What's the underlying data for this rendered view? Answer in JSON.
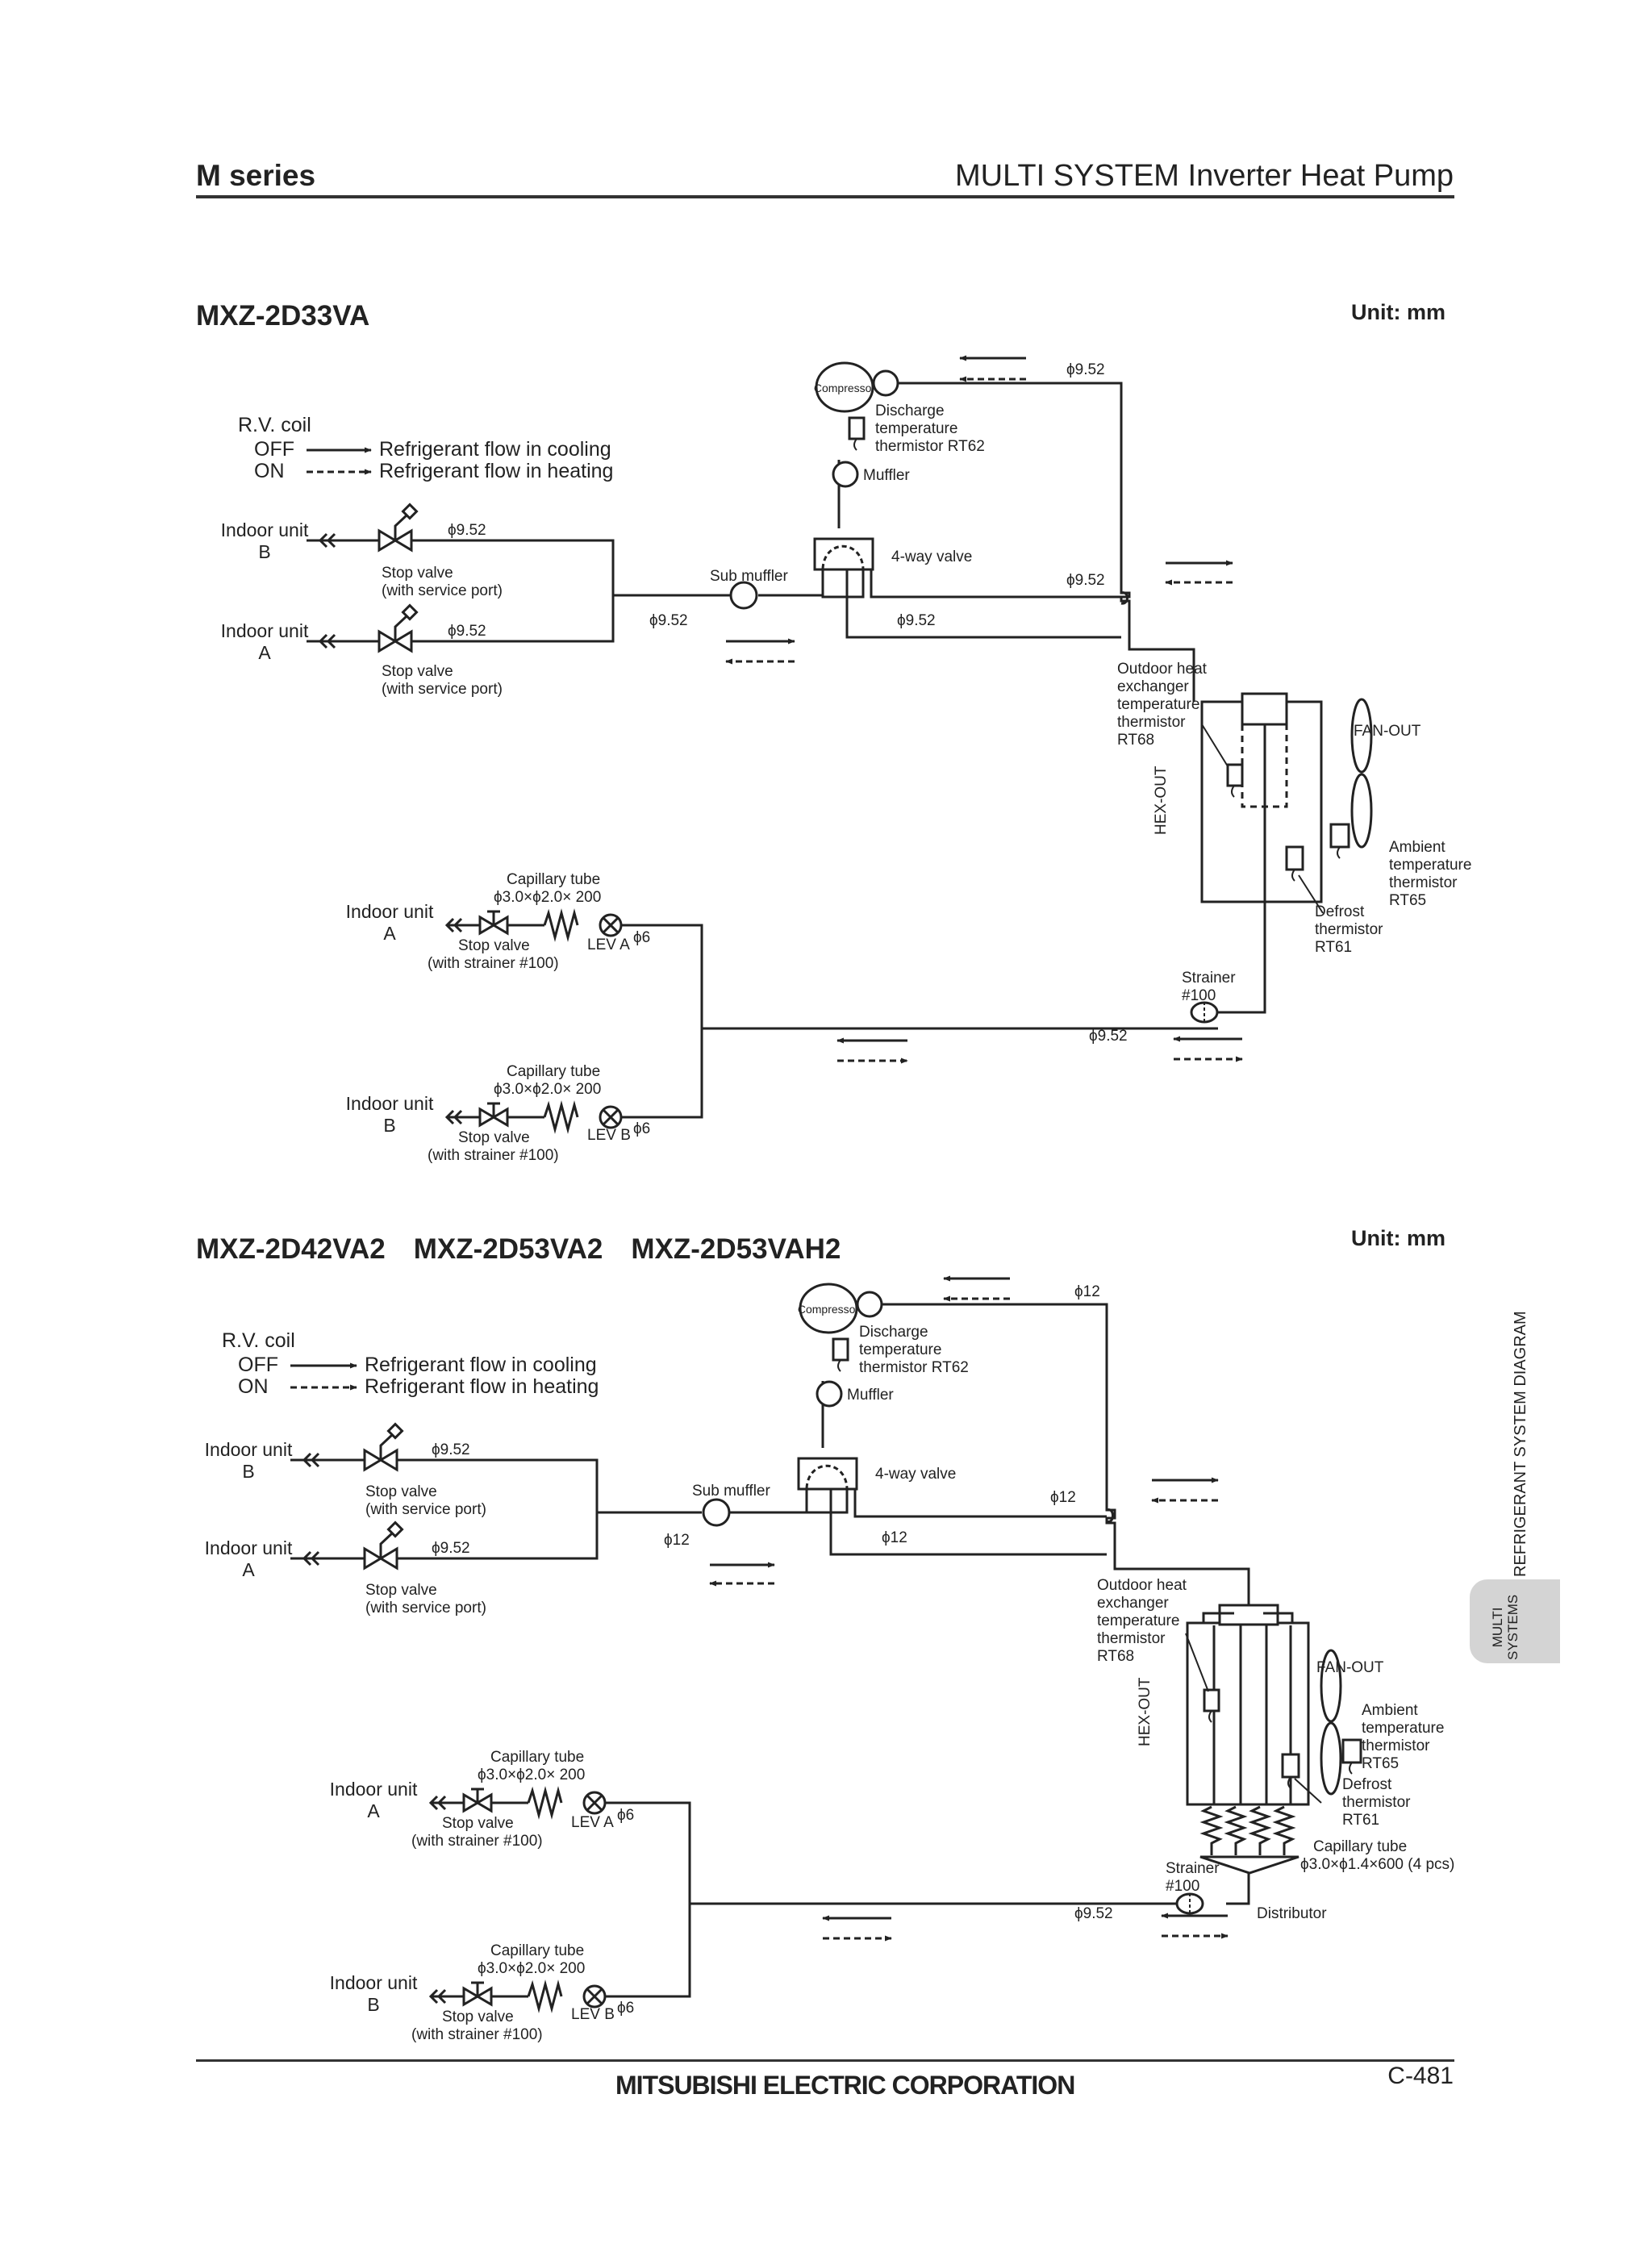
{
  "header": {
    "series": "M series",
    "title": "MULTI SYSTEM Inverter Heat Pump"
  },
  "side": {
    "section": "REFRIGERANT SYSTEM DIAGRAM",
    "tab_line1": "MULTI",
    "tab_line2": "SYSTEMS"
  },
  "footer": {
    "corporation": "MITSUBISHI ELECTRIC CORPORATION",
    "page": "C-481"
  },
  "diagrams": [
    {
      "model": "MXZ-2D33VA",
      "unit": "Unit: mm",
      "labels": {
        "rv_coil": "R.V. coil",
        "off": "OFF",
        "on": "ON",
        "flow_cooling": "Refrigerant flow in cooling",
        "flow_heating": "Refrigerant flow in heating",
        "compressor": "Compressor",
        "discharge1": "Discharge",
        "discharge2": "temperature",
        "discharge3": "thermistor RT62",
        "muffler": "Muffler",
        "four_way": "4-way valve",
        "sub_muffler": "Sub muffler",
        "indoor_b1": "Indoor unit",
        "indoor_b2": "B",
        "indoor_a1": "Indoor unit",
        "indoor_a2": "A",
        "stop_valve": "Stop valve",
        "service_port": "(with service port)",
        "hex1": "Outdoor heat",
        "hex2": "exchanger",
        "hex3": "temperature",
        "hex4": "thermistor",
        "hex5": "RT68",
        "hex_out": "HEX-OUT",
        "fan_out": "FAN-OUT",
        "amb1": "Ambient",
        "amb2": "temperature",
        "amb3": "thermistor",
        "amb4": "RT65",
        "def1": "Defrost",
        "def2": "thermistor",
        "def3": "RT61",
        "strainer1": "Strainer",
        "strainer2": "#100",
        "cap_tube": "Capillary tube",
        "cap_size": "ϕ3.0×ϕ2.0× 200",
        "lev_a": "LEV A",
        "lev_b": "LEV B",
        "strainer_valve": "(with strainer #100)",
        "d952": "ϕ9.52",
        "d6": "ϕ6"
      }
    },
    {
      "model": "MXZ-2D42VA2　MXZ-2D53VA2　MXZ-2D53VAH2",
      "unit": "Unit: mm",
      "labels": {
        "rv_coil": "R.V. coil",
        "off": "OFF",
        "on": "ON",
        "flow_cooling": "Refrigerant flow in cooling",
        "flow_heating": "Refrigerant flow in heating",
        "compressor": "Compressor",
        "discharge1": "Discharge",
        "discharge2": "temperature",
        "discharge3": "thermistor RT62",
        "muffler": "Muffler",
        "four_way": "4-way valve",
        "sub_muffler": "Sub muffler",
        "indoor_b1": "Indoor unit",
        "indoor_b2": "B",
        "indoor_a1": "Indoor unit",
        "indoor_a2": "A",
        "stop_valve": "Stop valve",
        "service_port": "(with service port)",
        "hex1": "Outdoor heat",
        "hex2": "exchanger",
        "hex3": "temperature",
        "hex4": "thermistor",
        "hex5": "RT68",
        "hex_out": "HEX-OUT",
        "fan_out": "FAN-OUT",
        "amb1": "Ambient",
        "amb2": "temperature",
        "amb3": "thermistor",
        "amb4": "RT65",
        "def1": "Defrost",
        "def2": "thermistor",
        "def3": "RT61",
        "strainer1": "Strainer",
        "strainer2": "#100",
        "cap_tube": "Capillary tube",
        "cap_size": "ϕ3.0×ϕ2.0× 200",
        "lev_a": "LEV A",
        "lev_b": "LEV B",
        "strainer_valve": "(with strainer #100)",
        "d952": "ϕ9.52",
        "d6": "ϕ6",
        "d12": "ϕ12",
        "cap4_1": "Capillary tube",
        "cap4_2": "ϕ3.0×ϕ1.4×600 (4 pcs)",
        "distributor": "Distributor"
      }
    }
  ]
}
